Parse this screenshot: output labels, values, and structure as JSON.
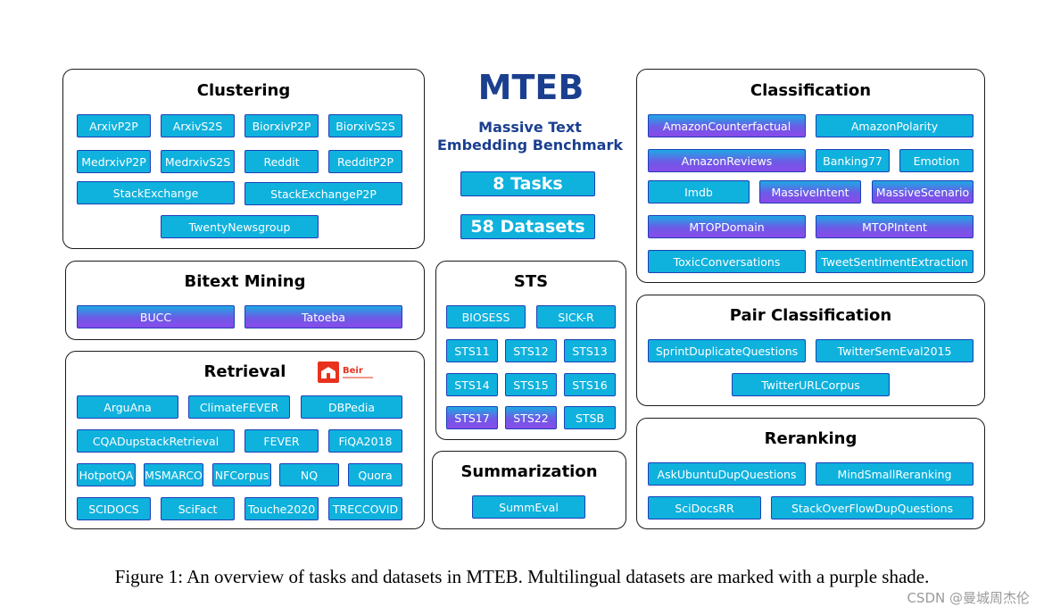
{
  "header": {
    "title": "MTEB",
    "subtitle_line1": "Massive Text",
    "subtitle_line2": "Embedding Benchmark",
    "tasks_badge": "8 Tasks",
    "datasets_badge": "58 Datasets"
  },
  "colors": {
    "chip_fill": "#0fb1dd",
    "chip_border": "#1c3fb8",
    "multilingual_gradient_bottom": "#8a4bea",
    "title_blue": "#1b3f8f"
  },
  "clustering": {
    "title": "Clustering",
    "datasets": [
      {
        "label": "ArxivP2P",
        "multilingual": false
      },
      {
        "label": "ArxivS2S",
        "multilingual": false
      },
      {
        "label": "BiorxivP2P",
        "multilingual": false
      },
      {
        "label": "BiorxivS2S",
        "multilingual": false
      },
      {
        "label": "MedrxivP2P",
        "multilingual": false
      },
      {
        "label": "MedrxivS2S",
        "multilingual": false
      },
      {
        "label": "Reddit",
        "multilingual": false
      },
      {
        "label": "RedditP2P",
        "multilingual": false
      },
      {
        "label": "StackExchange",
        "multilingual": false
      },
      {
        "label": "StackExchangeP2P",
        "multilingual": false
      },
      {
        "label": "TwentyNewsgroup",
        "multilingual": false
      }
    ]
  },
  "bitext_mining": {
    "title": "Bitext Mining",
    "datasets": [
      {
        "label": "BUCC",
        "multilingual": true
      },
      {
        "label": "Tatoeba",
        "multilingual": true
      }
    ]
  },
  "retrieval": {
    "title": "Retrieval",
    "logo_text": "Beir",
    "datasets": [
      {
        "label": "ArguAna",
        "multilingual": false
      },
      {
        "label": "ClimateFEVER",
        "multilingual": false
      },
      {
        "label": "DBPedia",
        "multilingual": false
      },
      {
        "label": "CQADupstackRetrieval",
        "multilingual": false
      },
      {
        "label": "FEVER",
        "multilingual": false
      },
      {
        "label": "FiQA2018",
        "multilingual": false
      },
      {
        "label": "HotpotQA",
        "multilingual": false
      },
      {
        "label": "MSMARCO",
        "multilingual": false
      },
      {
        "label": "NFCorpus",
        "multilingual": false
      },
      {
        "label": "NQ",
        "multilingual": false
      },
      {
        "label": "Quora",
        "multilingual": false
      },
      {
        "label": "SCIDOCS",
        "multilingual": false
      },
      {
        "label": "SciFact",
        "multilingual": false
      },
      {
        "label": "Touche2020",
        "multilingual": false
      },
      {
        "label": "TRECCOVID",
        "multilingual": false
      }
    ]
  },
  "sts": {
    "title": "STS",
    "datasets": [
      {
        "label": "BIOSESS",
        "multilingual": false
      },
      {
        "label": "SICK-R",
        "multilingual": false
      },
      {
        "label": "STS11",
        "multilingual": false
      },
      {
        "label": "STS12",
        "multilingual": false
      },
      {
        "label": "STS13",
        "multilingual": false
      },
      {
        "label": "STS14",
        "multilingual": false
      },
      {
        "label": "STS15",
        "multilingual": false
      },
      {
        "label": "STS16",
        "multilingual": false
      },
      {
        "label": "STS17",
        "multilingual": true
      },
      {
        "label": "STS22",
        "multilingual": true
      },
      {
        "label": "STSB",
        "multilingual": false
      }
    ]
  },
  "summarization": {
    "title": "Summarization",
    "datasets": [
      {
        "label": "SummEval",
        "multilingual": false
      }
    ]
  },
  "classification": {
    "title": "Classification",
    "datasets": [
      {
        "label": "AmazonCounterfactual",
        "multilingual": true
      },
      {
        "label": "AmazonPolarity",
        "multilingual": false
      },
      {
        "label": "AmazonReviews",
        "multilingual": true
      },
      {
        "label": "Banking77",
        "multilingual": false
      },
      {
        "label": "Emotion",
        "multilingual": false
      },
      {
        "label": "Imdb",
        "multilingual": false
      },
      {
        "label": "MassiveIntent",
        "multilingual": true
      },
      {
        "label": "MassiveScenario",
        "multilingual": true
      },
      {
        "label": "MTOPDomain",
        "multilingual": true
      },
      {
        "label": "MTOPIntent",
        "multilingual": true
      },
      {
        "label": "ToxicConversations",
        "multilingual": false
      },
      {
        "label": "TweetSentimentExtraction",
        "multilingual": false
      }
    ]
  },
  "pair_classification": {
    "title": "Pair Classification",
    "datasets": [
      {
        "label": "SprintDuplicateQuestions",
        "multilingual": false
      },
      {
        "label": "TwitterSemEval2015",
        "multilingual": false
      },
      {
        "label": "TwitterURLCorpus",
        "multilingual": false
      }
    ]
  },
  "reranking": {
    "title": "Reranking",
    "datasets": [
      {
        "label": "AskUbuntuDupQuestions",
        "multilingual": false
      },
      {
        "label": "MindSmallReranking",
        "multilingual": false
      },
      {
        "label": "SciDocsRR",
        "multilingual": false
      },
      {
        "label": "StackOverFlowDupQuestions",
        "multilingual": false
      }
    ]
  },
  "caption": "Figure 1: An overview of tasks and datasets in MTEB. Multilingual datasets are marked with a purple shade.",
  "watermark": "CSDN @曼城周杰伦"
}
